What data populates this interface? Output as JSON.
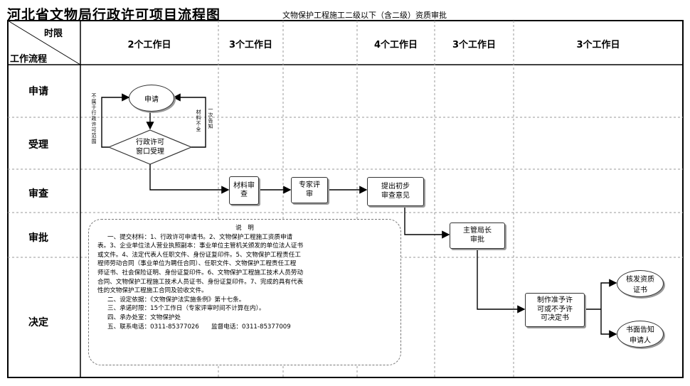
{
  "title": "河北省文物局行政许可项目流程图",
  "subtitle": "文物保护工程施工二级以下（含二级）资质审批",
  "header": {
    "corner_top": "时限",
    "corner_bottom": "工作流程",
    "cols": [
      "2个工作日",
      "3个工作日",
      "4个工作日",
      "3个工作日",
      "3个工作日"
    ]
  },
  "rows": [
    "申请",
    "受理",
    "审查",
    "审批",
    "决定"
  ],
  "nodes": {
    "apply": "申请",
    "accept_l1": "行政许可",
    "accept_l2": "窗口受理",
    "material_l1": "材料审",
    "material_l2": "查",
    "expert_l1": "专家评",
    "expert_l2": "审",
    "opinion_l1": "提出初步",
    "opinion_l2": "审查意见",
    "director_l1": "主管局长",
    "director_l2": "审批",
    "decision_l1": "制作准予许",
    "decision_l2": "可或不予许",
    "decision_l3": "可决定书",
    "issue_l1": "核发资质",
    "issue_l2": "证书",
    "notify_l1": "书面告知",
    "notify_l2": "申请人"
  },
  "side_labels": {
    "left": "不属于行政许可范围",
    "right_a": "一次告知",
    "right_b": "材料不全"
  },
  "note": {
    "title": "说　明",
    "lines": [
      "一、提交材料：1、行政许可申请书。2、文物保护工程施工资质申请",
      "表。3、企业单位法人营业执照副本：事业单位主管机关颁发的单位法人证书",
      "或文件。4、法定代表人任职文件、身份证复印件。5、文物保护工程责任工",
      "程师劳动合同（事业单位为聘任合同）、任职文件、文物保护工程责任工程",
      "师证书、社会保险证明、身份证复印件。6、文物保护工程施工技术人员劳动",
      "合同、文物保护工程施工技术人员证书、身份证复印件。7、完成的具有代表",
      "性的文物保护工程施工合同及验收文件。",
      "二、设定依据：《文物保护法实施条例》第十七条。",
      "三、承诺时限：15个工作日（专家评审时间不计算在内）。",
      "四、承办处室：文物保护处",
      "五、联系电话：0311-85377026　　监督电话：0311-85377009"
    ]
  }
}
